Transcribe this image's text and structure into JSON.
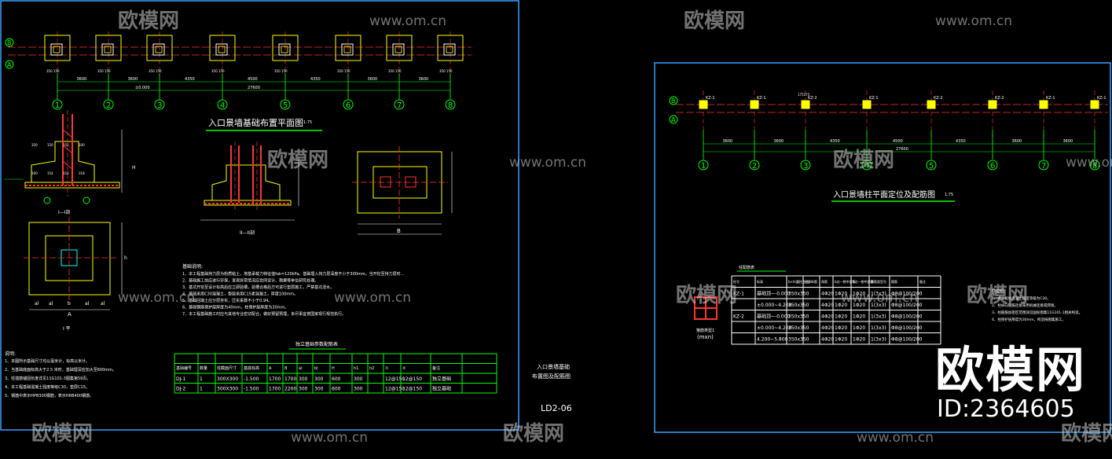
{
  "watermark": {
    "brand": "欧模网",
    "url": "www.om.cn",
    "id_text": "ID:2364605"
  },
  "left_sheet": {
    "plan_title": "入口景墙基础布置平面图",
    "plan_scale": "1:75",
    "axes_numbers": [
      "1",
      "2",
      "3",
      "4",
      "5",
      "6",
      "7",
      "8"
    ],
    "axes_letters": [
      "A",
      "B"
    ],
    "spans": [
      "3600",
      "3600",
      "4350",
      "4500",
      "4350",
      "3600",
      "3600"
    ],
    "total_span": "27600",
    "level": "±0.000",
    "section_i_label": "I—I剖",
    "section_ii_label": "II—II剖",
    "plan_i_label": "I 平",
    "dims_small": [
      "350",
      "150",
      "150",
      "100",
      "100",
      "154",
      "154",
      "318"
    ],
    "col_labels": [
      "al",
      "al",
      "b",
      "al",
      "al"
    ],
    "dim_A": "A",
    "dim_B": "B",
    "dim_h": "h",
    "dim_H": "H",
    "notes_title": "基础说明:",
    "notes_lines": [
      "1、本工程基础持力层为粉质粘土，地基承载力特征值fak=120kPa。基础埋入持力层深度不小于300mm。当开挖至持力层时...",
      "2、基础施工前应进行钎探，发现异常情况应会同设计、勘察等单位研究处理。",
      "3、基坑开挖至设计标高后应立即验槽，验槽合格后方可进行垫层施工，严禁基坑浸水。",
      "4、基础采用C30混凝土，垫层采用C15素混凝土，厚度100mm。",
      "5、基础回填土应分层夯实，压实系数不小于0.94。",
      "6、基础钢筋保护层厚度为40mm，柱保护层厚度为30mm。",
      "7、本工程基础施工时应与其他专业密切配合，做好预留预埋，未尽事宜按国家现行规范执行。"
    ],
    "footnotes_title": "说明:",
    "footnotes_lines": [
      "1、本图所示基础尺寸均以毫米计，标高以米计。",
      "2、当基础底面标高大于2.5 米时，基础埋深应加大至600mm。",
      "3、柱插筋锚固长度详见11G101-3图集第59页。",
      "4、本工程基础混凝土强度等级C30，垫层C15。",
      "5、钢筋中表示HPB300钢筋，表示HRB400钢筋。"
    ],
    "table_title": "独立基础参数配筋表",
    "table_headers": [
      "基础编号",
      "数量",
      "柱截面尺寸",
      "基底标高",
      "A",
      "B",
      "al",
      "bl",
      "H",
      "h1",
      "h2",
      "①",
      "②",
      "备注"
    ],
    "table_rows": [
      [
        "DJ-1",
        "1",
        "300X300",
        "-1.500",
        "1700",
        "1700",
        "300",
        "300",
        "600",
        "300",
        "",
        "12@150",
        "12@150",
        "独立基础"
      ],
      [
        "DJ-2",
        "1",
        "300X300",
        "-1.500",
        "1700",
        "2200",
        "300",
        "300",
        "600",
        "300",
        "",
        "12@150",
        "12@150",
        "独立基础"
      ]
    ],
    "sheet_name_line1": "入口景墙基础",
    "sheet_name_line2": "布置图及配筋图",
    "sheet_no": "LD2-06"
  },
  "right_sheet": {
    "plan_title": "入口景墙柱平面定位及配筋图",
    "plan_scale": "1:75",
    "axes_numbers": [
      "1",
      "2",
      "3",
      "4",
      "5",
      "6",
      "7",
      "8"
    ],
    "axes_letters": [
      "B",
      "A"
    ],
    "spans": [
      "3600",
      "3600",
      "4350",
      "4500",
      "4350",
      "3600",
      "3600"
    ],
    "total_span": "27600",
    "col_tag_1": "KZ-1",
    "col_tag_2": "KZ-2",
    "col_dim": "175175",
    "table_title": "柱配筋表",
    "table_headers": [
      "柱号",
      "标高",
      "b×h(圆柱直径)",
      "全部纵筋",
      "角筋",
      "b边一侧中部筋",
      "h边一侧中部筋",
      "箍筋类型号",
      "箍筋",
      "备注"
    ],
    "table_rows": [
      [
        "KZ-1",
        "基础顶~-0.000",
        "350x350",
        "",
        "4Φ20",
        "1Φ20",
        "1Φ20",
        "1(3x3)",
        "Φ8@100/200",
        ""
      ],
      [
        "",
        "±0.000~4.200",
        "350x350",
        "",
        "4Φ20",
        "1Φ20",
        "1Φ20",
        "1(3x3)",
        "Φ8@100/200",
        ""
      ],
      [
        "KZ-2",
        "基础顶~-0.000",
        "350x350",
        "",
        "4Φ20",
        "1Φ20",
        "1Φ20",
        "1(3x3)",
        "Φ8@100/200",
        ""
      ],
      [
        "",
        "±0.000~4.200",
        "350x350",
        "",
        "4Φ20",
        "1Φ20",
        "1Φ20",
        "1(3x3)",
        "Φ8@100/200",
        ""
      ],
      [
        "",
        "4.200~5.800",
        "350x350",
        "",
        "4Φ20",
        "1Φ20",
        "1Φ20",
        "1(3x3)",
        "Φ8@100/200",
        ""
      ]
    ],
    "stirrup_label": "箍筋类型1",
    "stirrup_dims": "(mxn)",
    "notes_title": "柱说明:",
    "notes_lines": [
      "1、本工程柱混凝土强度等级为C30。",
      "2、柱纵向钢筋连接采用机械连接或焊接。",
      "3、柱箍筋加密区范围详见国标图集11G101-1相关构造。",
      "4、柱保护层厚度为30mm，构造按图集施工。"
    ]
  }
}
